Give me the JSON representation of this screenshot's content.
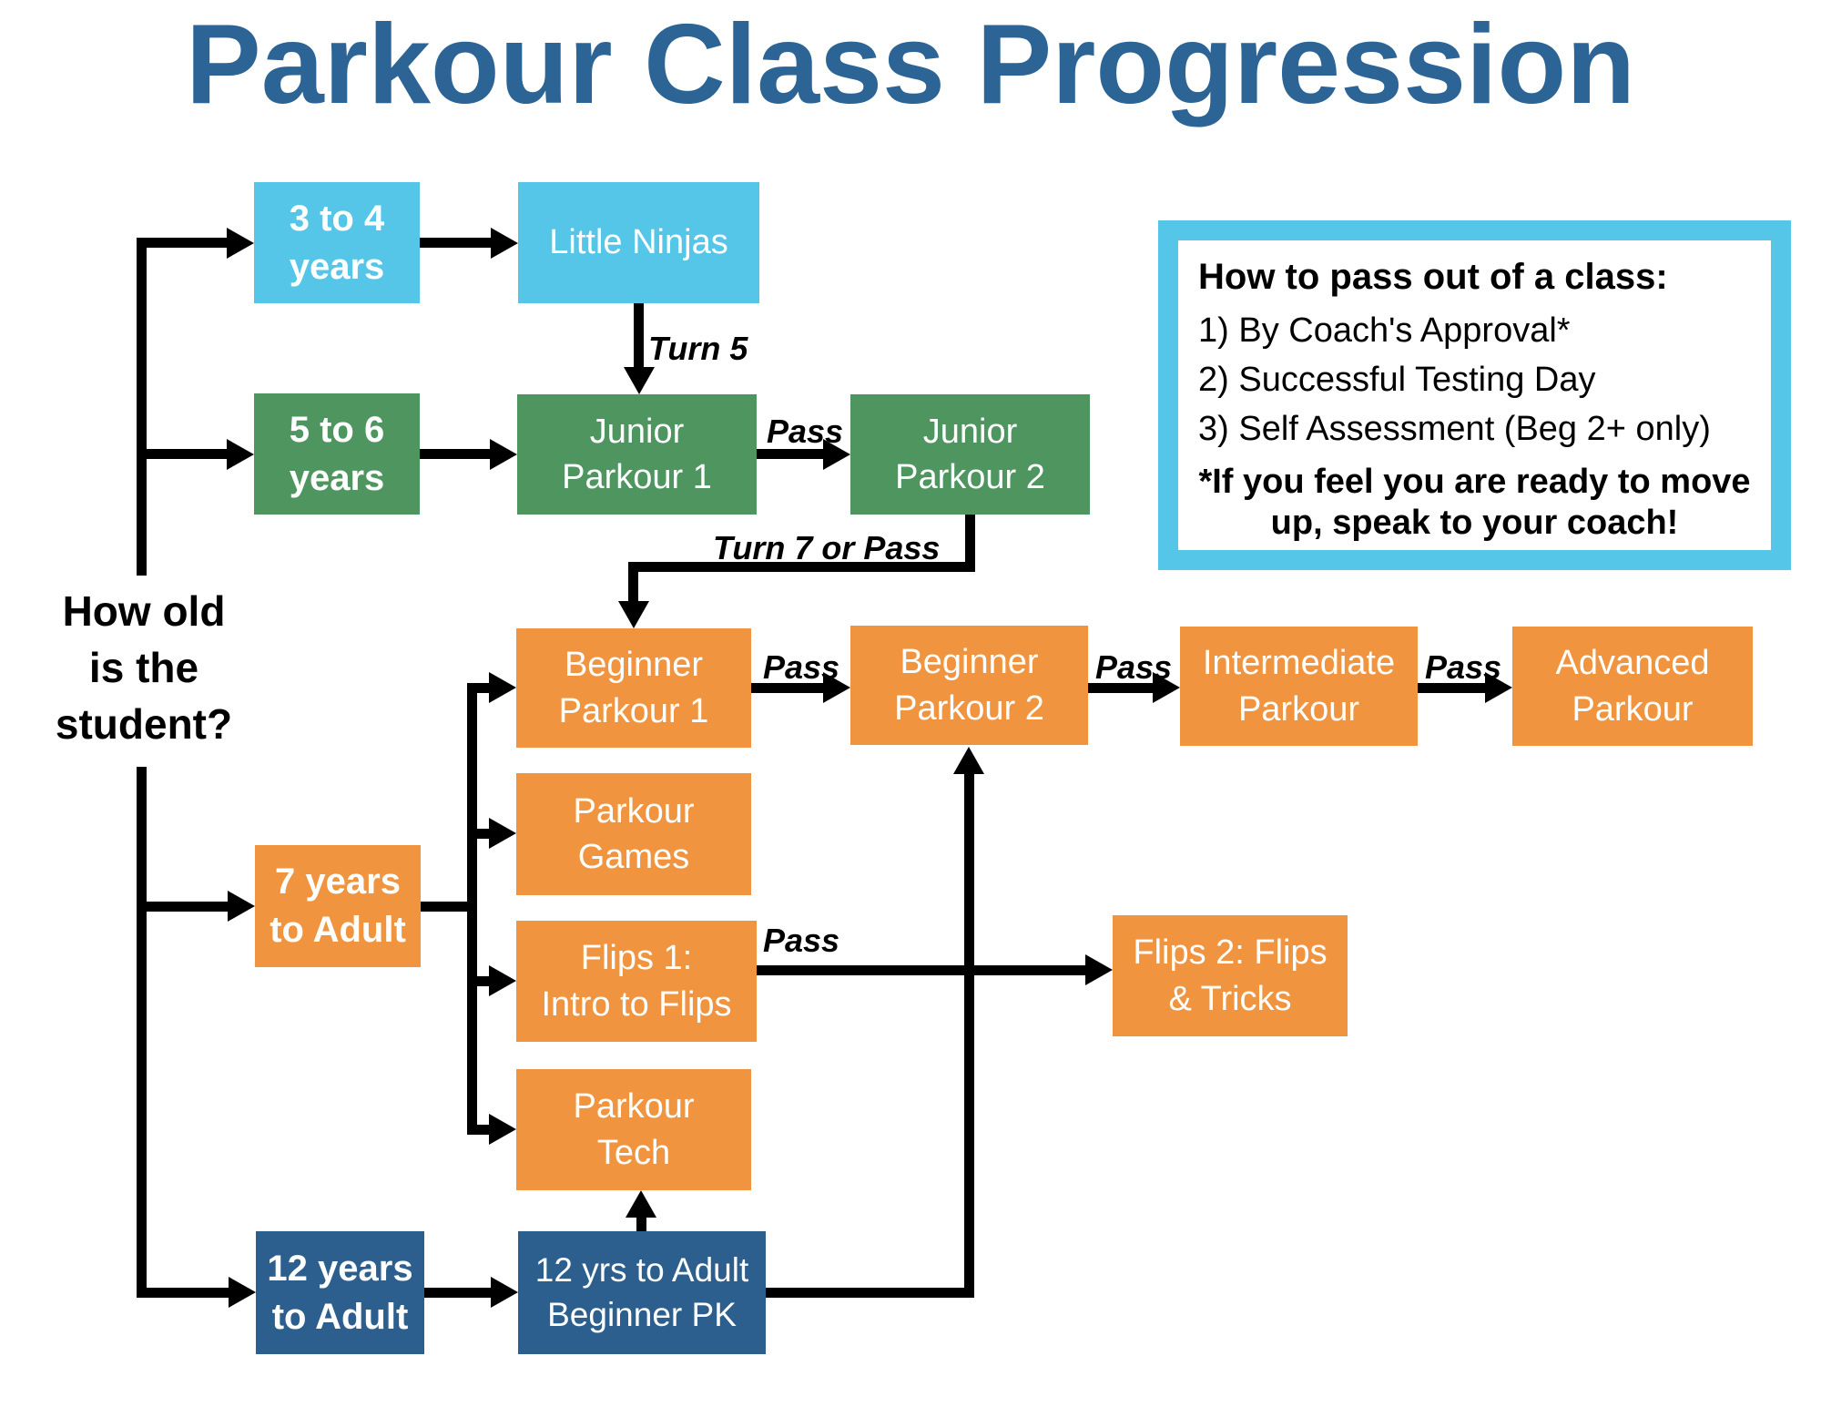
{
  "title": "Parkour Class Progression",
  "question": "How old\nis the\nstudent?",
  "colors": {
    "light_blue": "#55C5E8",
    "green": "#4E9560",
    "orange": "#F0943F",
    "dark_blue": "#2C5F8D",
    "title_blue": "#2C6496",
    "line_black": "#000000"
  },
  "boxes": {
    "age_3_4": "3 to 4\nyears",
    "little_ninjas": "Little Ninjas",
    "age_5_6": "5 to 6\nyears",
    "junior_parkour_1": "Junior\nParkour 1",
    "junior_parkour_2": "Junior\nParkour 2",
    "beginner_parkour_1": "Beginner\nParkour 1",
    "beginner_parkour_2": "Beginner\nParkour 2",
    "intermediate_parkour": "Intermediate\nParkour",
    "advanced_parkour": "Advanced\nParkour",
    "parkour_games": "Parkour\nGames",
    "age_7_adult": "7 years\nto Adult",
    "flips_1": "Flips 1:\nIntro to Flips",
    "flips_2": "Flips 2: Flips\n& Tricks",
    "parkour_tech": "Parkour\nTech",
    "age_12_adult": "12 years\nto Adult",
    "beginner_pk_12_adult": "12 yrs to Adult\nBeginner PK"
  },
  "labels": {
    "turn_5": "Turn 5",
    "pass_junior": "Pass",
    "turn_7_or_pass": "Turn 7 or Pass",
    "pass_beginner_1": "Pass",
    "pass_beginner_2": "Pass",
    "pass_intermediate": "Pass",
    "pass_flips": "Pass"
  },
  "info_box": {
    "title": "How to pass out of a class:",
    "items": [
      "1) By Coach's Approval*",
      "2) Successful Testing Day",
      "3) Self Assessment (Beg 2+ only)"
    ],
    "footnote": "*If you feel you are ready to move\nup, speak to your coach!"
  }
}
